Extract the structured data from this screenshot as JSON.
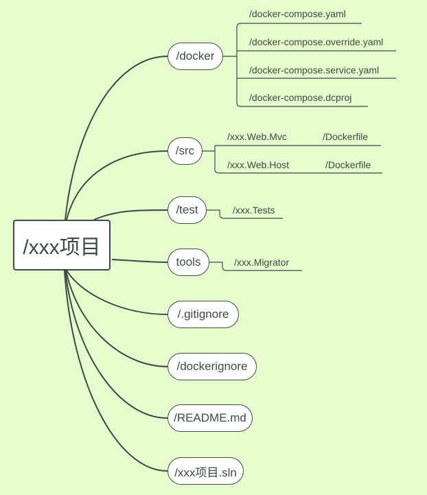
{
  "colors": {
    "background": "#e6fccc",
    "line": "#3b4a44",
    "node_fill": "#ffffff",
    "text": "#3b4a44"
  },
  "root": {
    "label": "/xxx项目"
  },
  "branches": [
    {
      "label": "/docker"
    },
    {
      "label": "/src"
    },
    {
      "label": "/test"
    },
    {
      "label": "tools"
    },
    {
      "label": "/.gitignore"
    },
    {
      "label": "/dockerignore"
    },
    {
      "label": "/README.md"
    },
    {
      "label": "/xxx项目.sln"
    }
  ],
  "docker_files": [
    "/docker-compose.yaml",
    "/docker-compose.override.yaml",
    "/docker-compose.service.yaml",
    "/docker-compose.dcproj"
  ],
  "src_projects": [
    {
      "name": "/xxx.Web.Mvc",
      "child": "/Dockerfile"
    },
    {
      "name": "/xxx.Web.Host",
      "child": "/Dockerfile"
    }
  ],
  "test_projects": [
    "/xxx.Tests"
  ],
  "tools_projects": [
    "/xxx.Migrator"
  ]
}
